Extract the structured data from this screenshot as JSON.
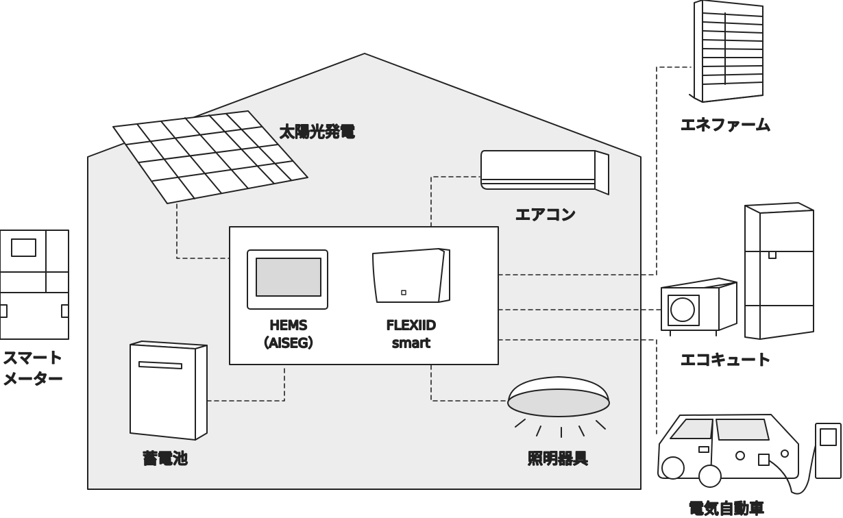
{
  "labels": {
    "solar": "太陽光発電",
    "aircon": "エアコン",
    "ene_farm": "エネファーム",
    "eco_cute": "エコキュート",
    "smart_meter_line1": "スマート",
    "smart_meter_line2": "メーター",
    "battery": "蓄電池",
    "lighting": "照明器具",
    "ev": "電気自動車",
    "hems_line1": "HEMS",
    "hems_line2": "（AiSEG）",
    "flexiid_line1": "FLEXIID",
    "flexiid_line2": "smart"
  },
  "colors": {
    "house_fill": "#ededed",
    "stroke": "#222222",
    "screen_fill": "#d9d9d9",
    "background": "#ffffff"
  }
}
